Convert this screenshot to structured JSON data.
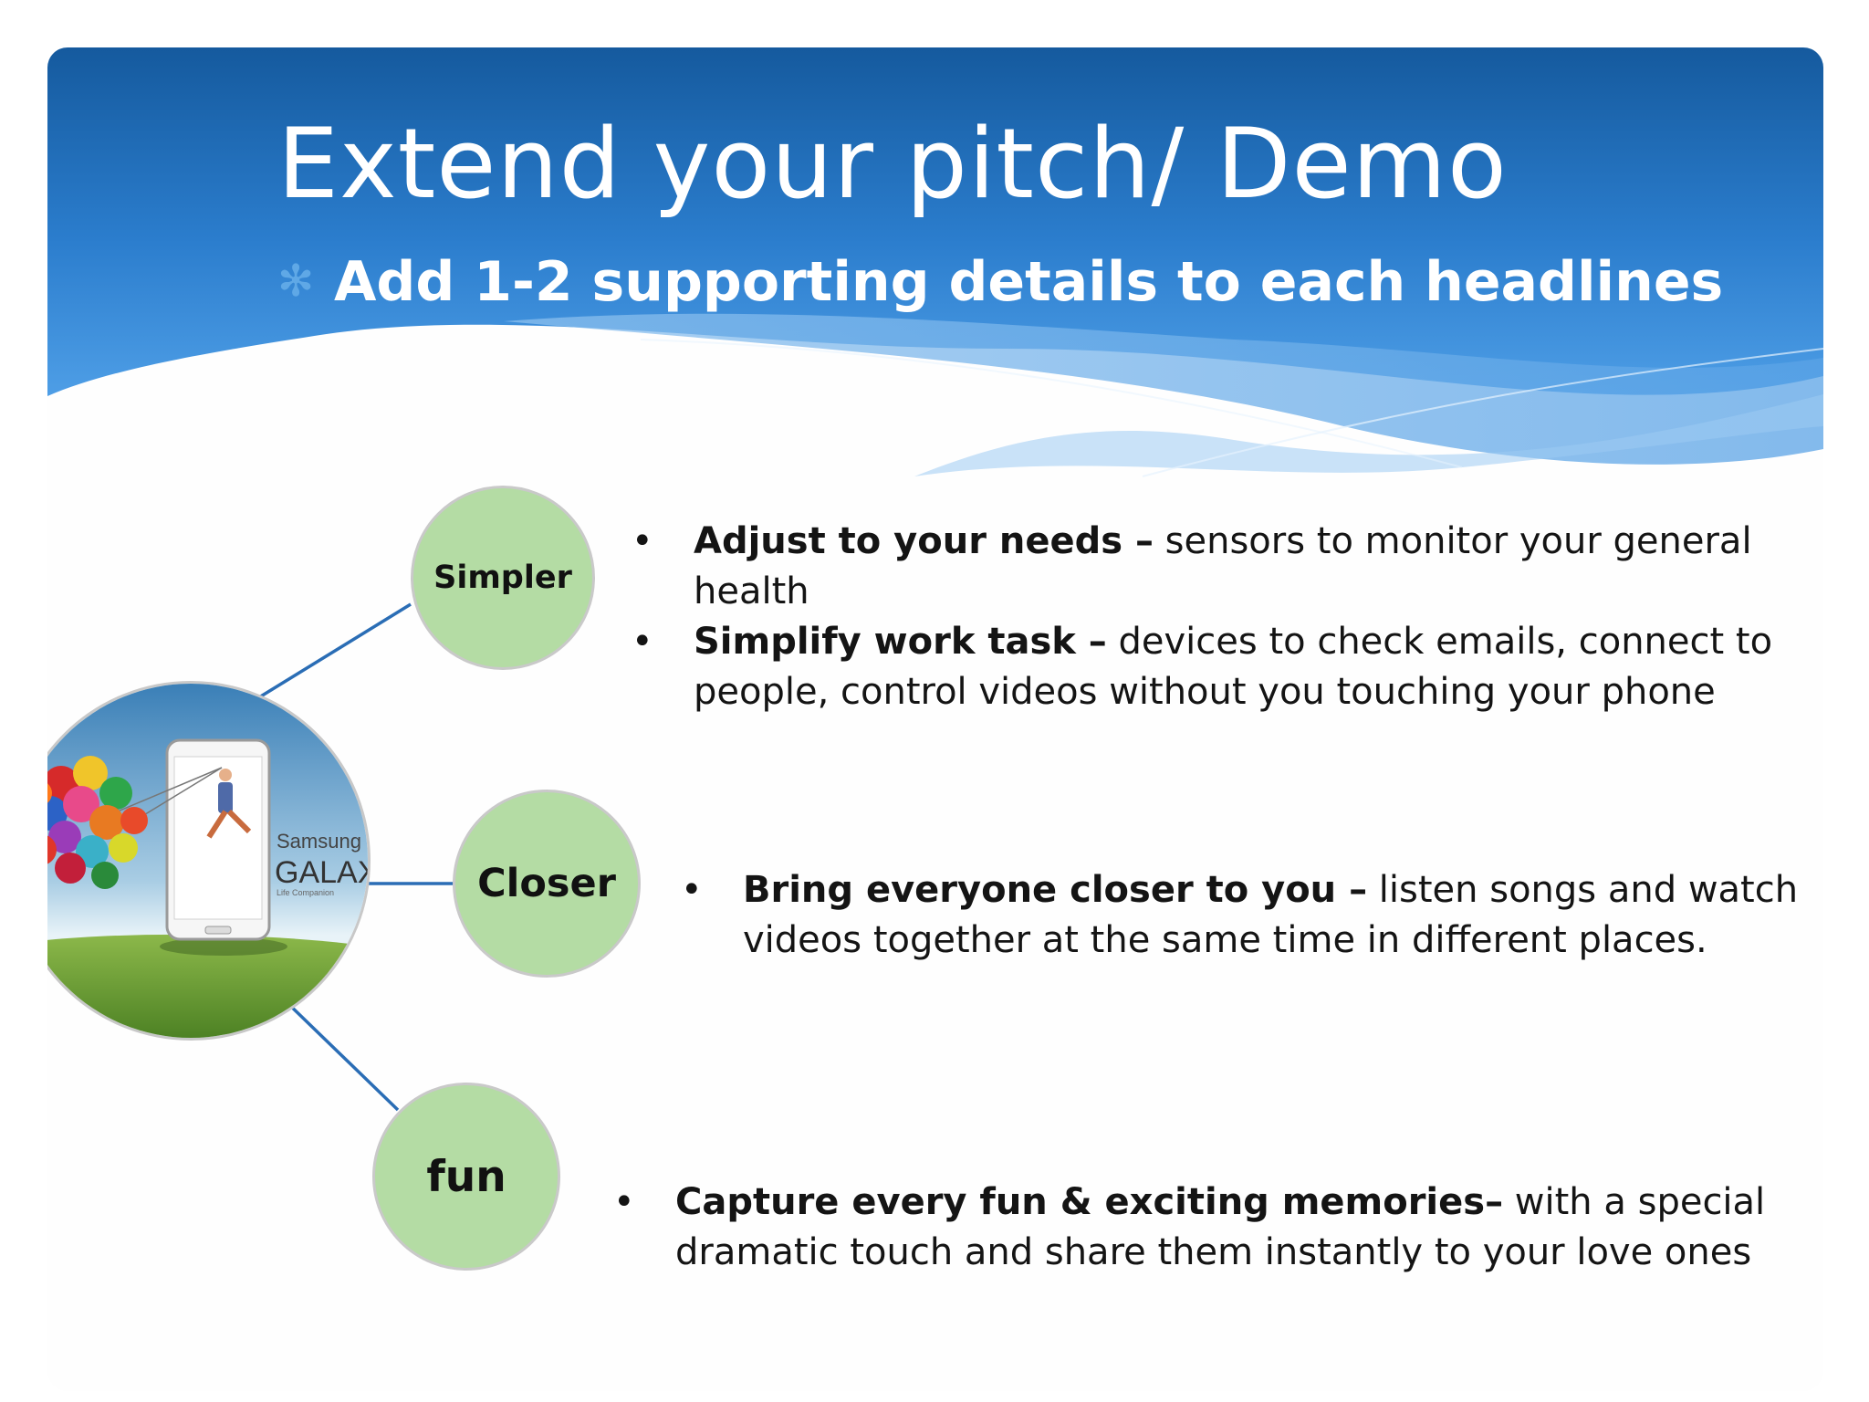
{
  "slide": {
    "title": "Extend your pitch/ Demo",
    "subtitle_bullet_icon": "asterisk-icon",
    "subtitle": "Add 1-2 supporting details to each headlines"
  },
  "hub": {
    "brand": "Samsung",
    "product": "GALAX",
    "tagline": "Life Companion"
  },
  "nodes": [
    {
      "label": "Simpler",
      "bullets": [
        {
          "bold": "Adjust to your needs –",
          "text": " sensors to monitor your general health"
        },
        {
          "bold": "Simplify work task –",
          "text": " devices to check emails, connect to people, control videos without you touching your phone"
        }
      ]
    },
    {
      "label": "Closer",
      "bullets": [
        {
          "bold": "Bring everyone closer to you –",
          "text": " listen songs and watch videos together at the same time in different places."
        }
      ]
    },
    {
      "label": "fun",
      "bullets": [
        {
          "bold": "Capture every fun & exciting memories–",
          "text": " with a special dramatic touch and share them instantly to your love ones"
        }
      ]
    }
  ],
  "colors": {
    "header_blue": "#1560a8",
    "node_fill": "#b4dca4",
    "connector": "#2a6db5"
  }
}
